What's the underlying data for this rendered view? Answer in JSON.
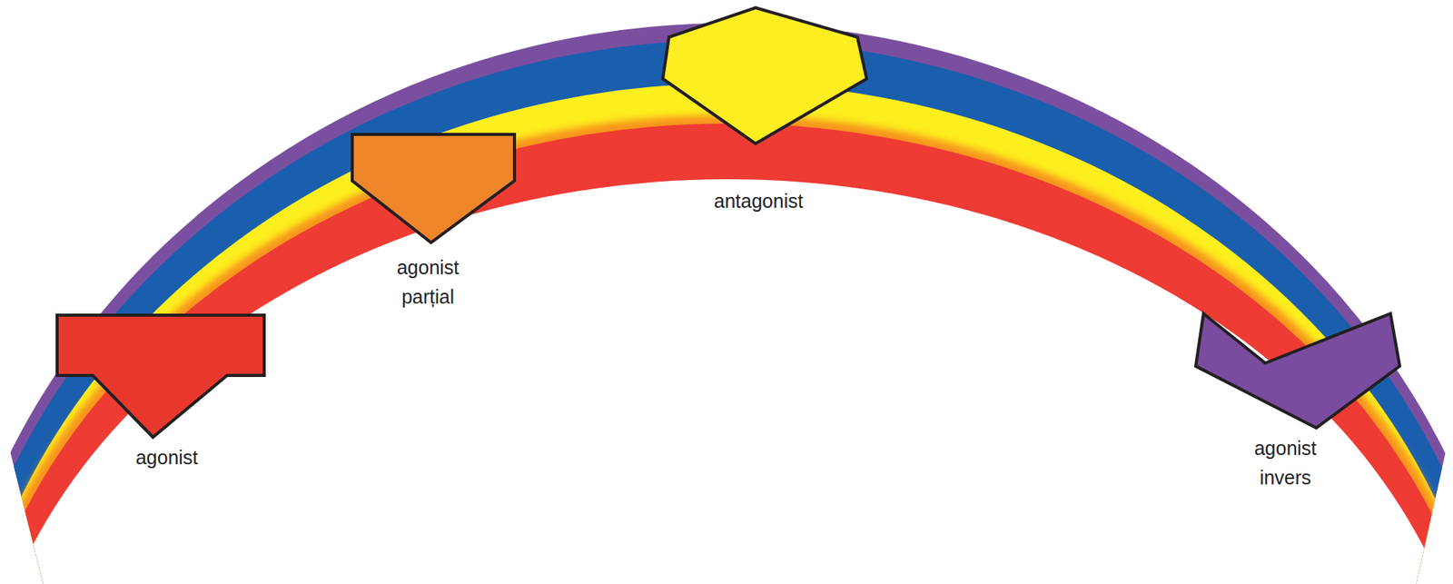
{
  "diagram": {
    "nodes": [
      {
        "text": [
          "agonist"
        ]
      },
      {
        "text": [
          "agonist parțial"
        ]
      },
      {
        "text": [
          "antagonist"
        ]
      },
      {
        "text": [
          "agonist invers"
        ]
      }
    ]
  }
}
